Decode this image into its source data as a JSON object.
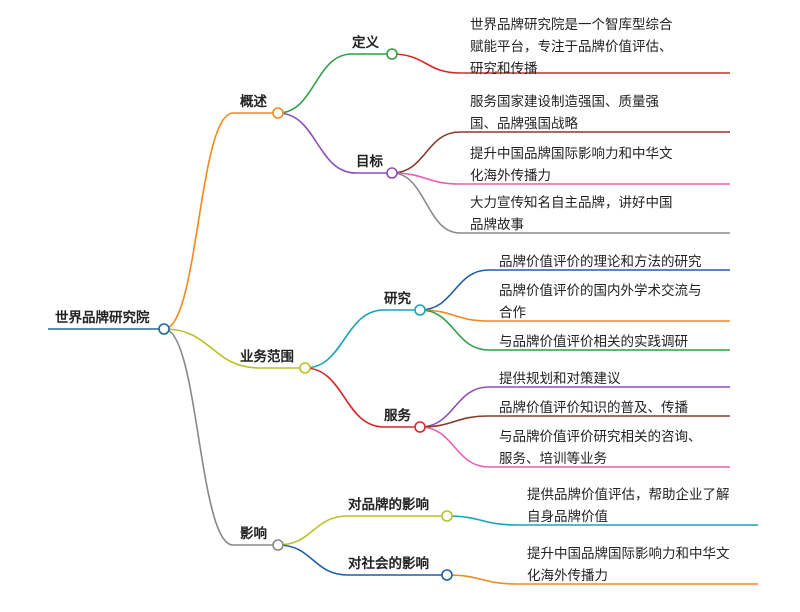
{
  "root": {
    "label": "世界品牌研究院",
    "color": "#1f6a8a"
  },
  "branches": [
    {
      "label": "概述",
      "color": "#f28a1e",
      "children": [
        {
          "label": "定义",
          "color": "#2f9e44",
          "leaves": [
            {
              "lines": [
                "世界品牌研究院是一个智库型综合",
                "赋能平台，专注于品牌价值评估、",
                "研究和传播"
              ],
              "color": "#d42a2a"
            }
          ]
        },
        {
          "label": "目标",
          "color": "#8e4fb8",
          "leaves": [
            {
              "lines": [
                "服务国家建设制造强国、质量强",
                "国、品牌强国战略"
              ],
              "color": "#8a3a2a"
            },
            {
              "lines": [
                "提升中国品牌国际影响力和中华文",
                "化海外传播力"
              ],
              "color": "#e65fb0"
            },
            {
              "lines": [
                "大力宣传知名自主品牌，讲好中国",
                "品牌故事"
              ],
              "color": "#888888"
            }
          ]
        }
      ]
    },
    {
      "label": "业务范围",
      "color": "#b9c227",
      "children": [
        {
          "label": "研究",
          "color": "#1aa3b8",
          "leaves": [
            {
              "lines": [
                "品牌价值评价的理论和方法的研究"
              ],
              "color": "#1e5fa8"
            },
            {
              "lines": [
                "品牌价值评价的国内外学术交流与",
                "合作"
              ],
              "color": "#f28a1e"
            },
            {
              "lines": [
                "与品牌价值评价相关的实践调研"
              ],
              "color": "#2f9e44"
            }
          ]
        },
        {
          "label": "服务",
          "color": "#d42a2a",
          "leaves": [
            {
              "lines": [
                "提供规划和对策建议"
              ],
              "color": "#8e4fb8"
            },
            {
              "lines": [
                "品牌价值评价知识的普及、传播"
              ],
              "color": "#8a3a2a"
            },
            {
              "lines": [
                "与品牌价值评价研究相关的咨询、",
                "服务、培训等业务"
              ],
              "color": "#e65fb0"
            }
          ]
        }
      ]
    },
    {
      "label": "影响",
      "color": "#888888",
      "children": [
        {
          "label": "对品牌的影响",
          "color": "#b9c227",
          "leaves": [
            {
              "lines": [
                "提供品牌价值评估，帮助企业了解",
                "自身品牌价值"
              ],
              "color": "#1aa3b8"
            }
          ]
        },
        {
          "label": "对社会的影响",
          "color": "#1e5fa8",
          "leaves": [
            {
              "lines": [
                "提升中国品牌国际影响力和中华文",
                "化海外传播力"
              ],
              "color": "#f28a1e"
            }
          ]
        }
      ]
    }
  ]
}
